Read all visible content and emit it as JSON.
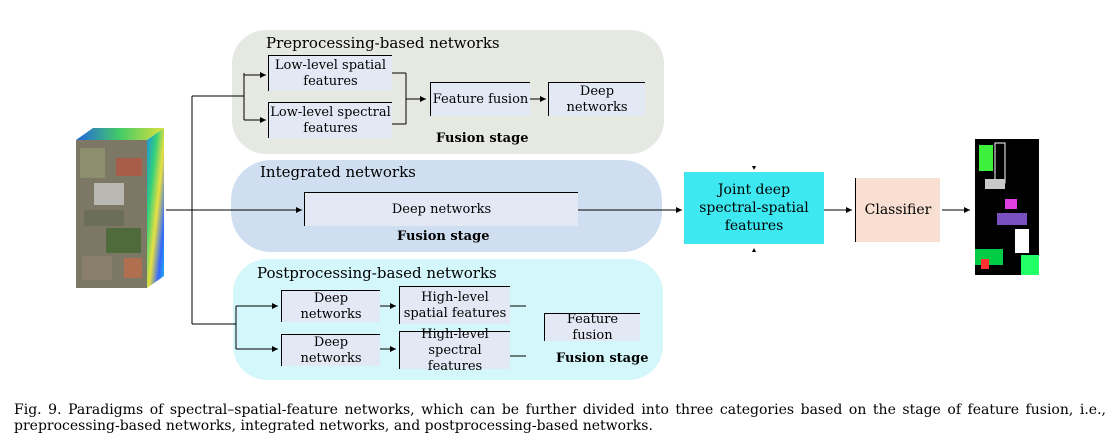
{
  "panels": {
    "preprocessing": {
      "title": "Preprocessing-based networks",
      "boxes": [
        "Low-level spatial features",
        "Low-level spectral features",
        "Feature fusion",
        "Deep networks"
      ],
      "stage": "Fusion stage"
    },
    "integrated": {
      "title": "Integrated networks",
      "box": "Deep networks",
      "stage": "Fusion stage"
    },
    "postprocessing": {
      "title": "Postprocessing-based networks",
      "deep1": "Deep networks",
      "deep2": "Deep networks",
      "high1": "High-level spatial features",
      "high2": "High-level spectral features",
      "fusion": "Feature fusion",
      "stage": "Fusion stage"
    }
  },
  "joint": "Joint deep spectral-spatial features",
  "classifier": "Classifier",
  "caption": "Fig. 9.   Paradigms of spectral–spatial-feature networks, which can be further divided into three categories based on the stage of feature fusion, i.e., preprocessing-based networks, integrated networks, and postprocessing-based networks.",
  "colors": {
    "pre_bg": "#e6e9e1",
    "int_bg": "#cfdef0",
    "post_bg": "#d3f7fb",
    "joint_bg": "#3ee8f0",
    "classifier_bg": "#f8dfd1",
    "box_bg": "#e3e8f5"
  }
}
